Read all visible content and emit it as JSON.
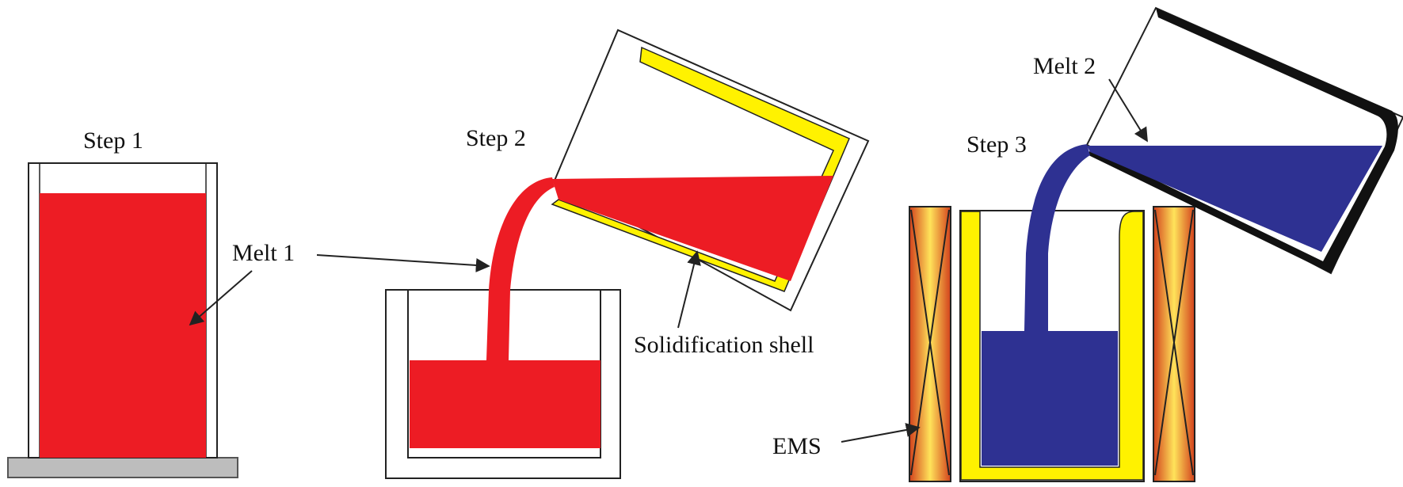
{
  "labels": {
    "step1": "Step 1",
    "step2": "Step 2",
    "step3": "Step 3",
    "melt1": "Melt 1",
    "melt2": "Melt 2",
    "shell": "Solidification shell",
    "ems": "EMS"
  },
  "colors": {
    "melt1": "#ed1c24",
    "melt2": "#2e3192",
    "shell": "#fff200",
    "ems_outer": "#e25a1c",
    "ems_inner": "#ffd21f",
    "base": "#bdbdbd"
  }
}
